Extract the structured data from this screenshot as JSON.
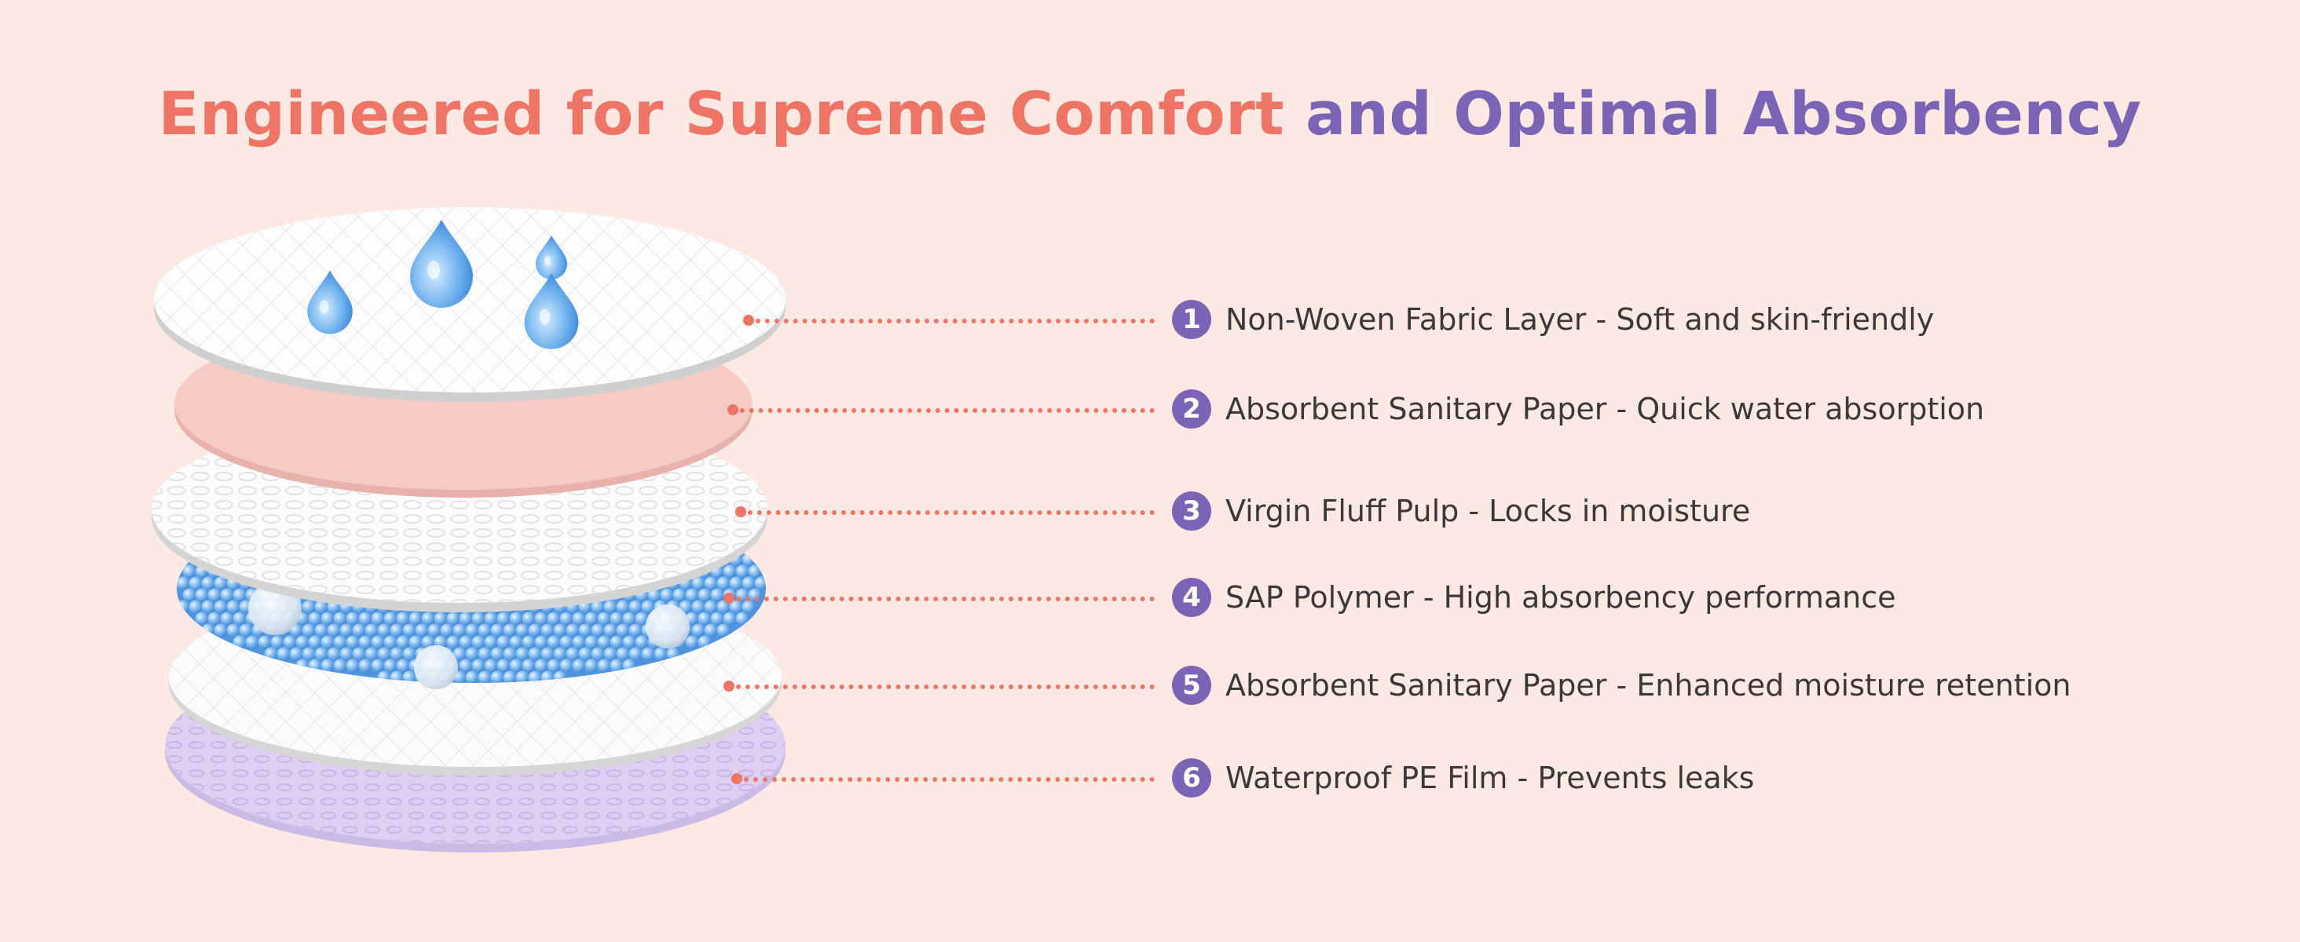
{
  "title": {
    "part1": "Engineered for Supreme Comfort",
    "part2": "and Optimal Absorbency"
  },
  "colors": {
    "background": "#fde9e3",
    "accent_coral": "#ee7466",
    "accent_purple": "#7b63b6",
    "text_dark": "#3d3838",
    "water_blue": "#5fa9e8"
  },
  "layers": [
    {
      "number": "1",
      "name": "Non-Woven Fabric Layer",
      "separator": " - ",
      "detail": "Soft and skin-friendly",
      "color": "#ffffff"
    },
    {
      "number": "2",
      "name": "Absorbent Sanitary Paper",
      "separator": " - ",
      "detail": "Quick water absorption",
      "color": "#f6cbc6"
    },
    {
      "number": "3",
      "name": "Virgin Fluff Pulp",
      "separator": " - ",
      "detail": "Locks in moisture",
      "color": "#ffffff"
    },
    {
      "number": "4",
      "name": "SAP Polymer",
      "separator": " - ",
      "detail": "High absorbency performance",
      "color": "#7fb6f0"
    },
    {
      "number": "5",
      "name": "Absorbent Sanitary Paper",
      "separator": " - ",
      "detail": "Enhanced moisture retention",
      "color": "#ffffff"
    },
    {
      "number": "6",
      "name": "Waterproof PE Film",
      "separator": " - ",
      "detail": "Prevents leaks",
      "color": "#d9cdf0"
    }
  ]
}
